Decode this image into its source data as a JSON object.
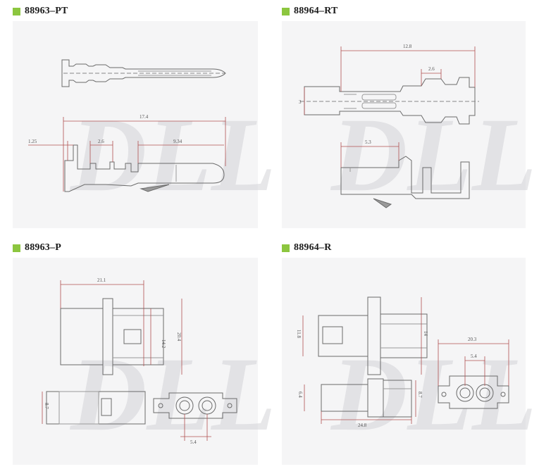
{
  "watermark": "DLL",
  "colors": {
    "bullet": "#8cc63f",
    "panel": "#f5f5f6",
    "line": "#6a6a6a",
    "dim": "#b05050"
  },
  "panels": [
    {
      "title": "88963–PT",
      "dims": {
        "overall": "17.4",
        "pin_left": "1.25",
        "crimp": "2.6",
        "contact": "9.34"
      }
    },
    {
      "title": "88964–RT",
      "dims": {
        "overall": "12.8",
        "crimp": "2.6",
        "height": "3",
        "box": "5.3"
      }
    },
    {
      "title": "88963–P",
      "dims": {
        "width": "21.1",
        "inner_h": "14.2",
        "outer_h": "20.4",
        "side_h": "8.7",
        "pitch": "5.4"
      }
    },
    {
      "title": "88964–R",
      "dims": {
        "body_h": "11.8",
        "flange_h": "14",
        "side_h": "6.4",
        "side_h2": "8.7",
        "length": "24.8",
        "face_w": "20.3",
        "pitch": "5.4"
      }
    }
  ]
}
